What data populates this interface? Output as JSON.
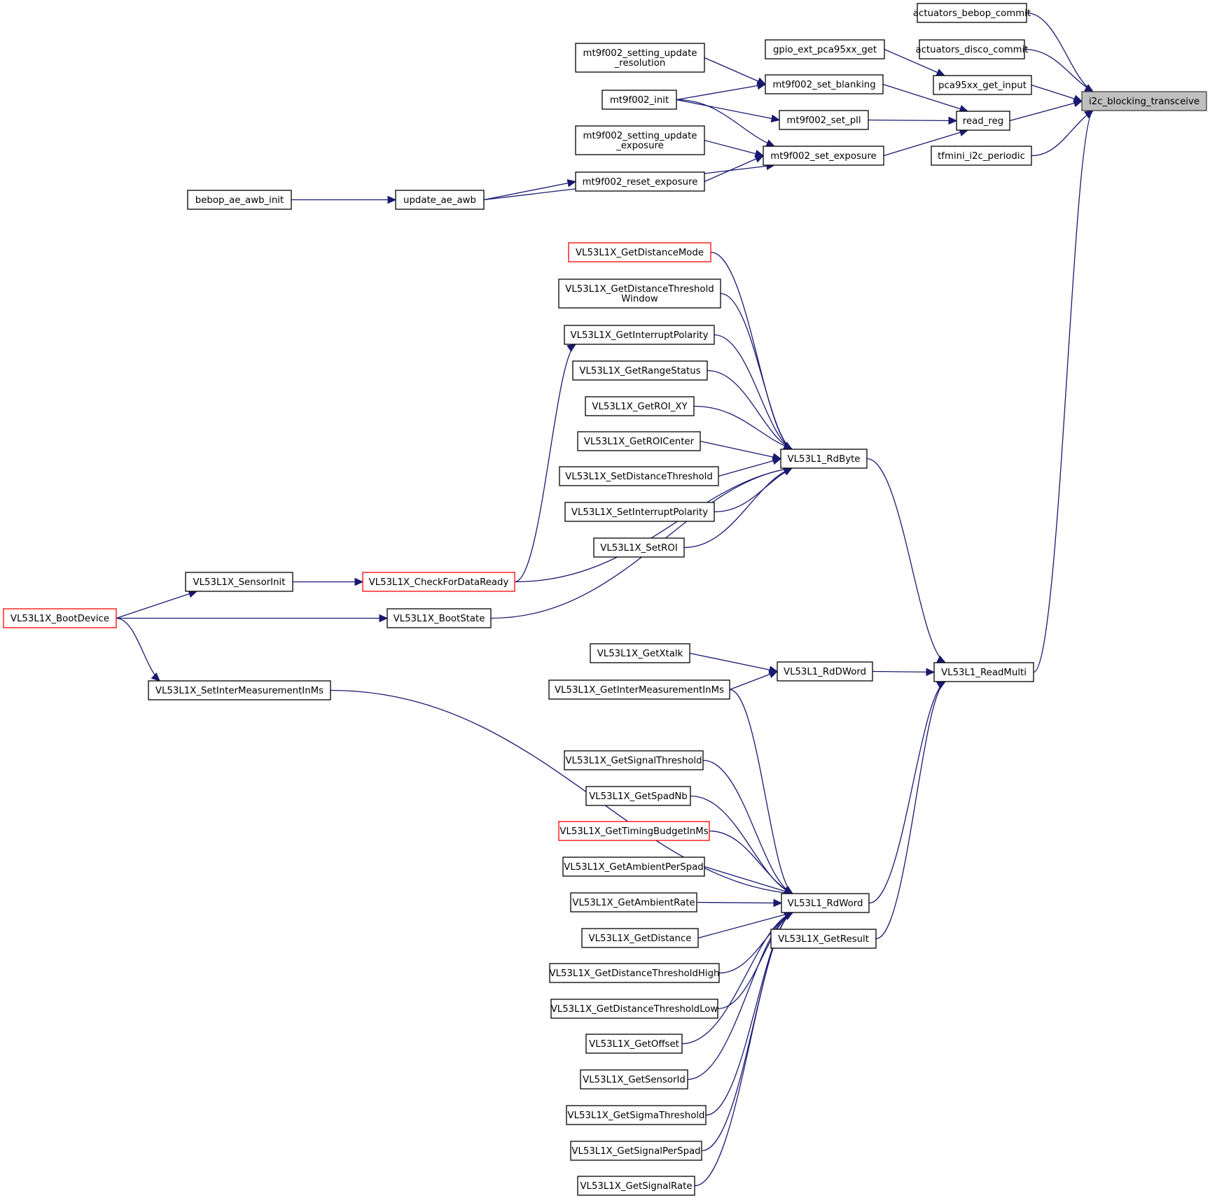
{
  "diagram": {
    "title": "i2c_blocking_transceive caller graph",
    "colors": {
      "edge": "#191970",
      "node_border": "#000000",
      "truncated_border": "#ff0000",
      "root_fill": "#bfbfbf"
    },
    "nodes": [
      {
        "id": "i2c",
        "label": [
          "i2c_blocking_transceive"
        ],
        "style": "root"
      },
      {
        "id": "bebop_commit",
        "label": [
          "actuators_bebop_commit"
        ]
      },
      {
        "id": "disco_commit",
        "label": [
          "actuators_disco_commit"
        ]
      },
      {
        "id": "pca_input",
        "label": [
          "pca95xx_get_input"
        ]
      },
      {
        "id": "read_reg",
        "label": [
          "read_reg"
        ]
      },
      {
        "id": "tfmini",
        "label": [
          "tfmini_i2c_periodic"
        ]
      },
      {
        "id": "gpio_ext",
        "label": [
          "gpio_ext_pca95xx_get"
        ]
      },
      {
        "id": "set_blanking",
        "label": [
          "mt9f002_set_blanking"
        ]
      },
      {
        "id": "set_pll",
        "label": [
          "mt9f002_set_pll"
        ]
      },
      {
        "id": "set_exposure",
        "label": [
          "mt9f002_set_exposure"
        ]
      },
      {
        "id": "upd_resolution",
        "label": [
          "mt9f002_setting_update",
          "_resolution"
        ]
      },
      {
        "id": "mt_init",
        "label": [
          "mt9f002_init"
        ]
      },
      {
        "id": "upd_exposure",
        "label": [
          "mt9f002_setting_update",
          "_exposure"
        ]
      },
      {
        "id": "reset_exposure",
        "label": [
          "mt9f002_reset_exposure"
        ]
      },
      {
        "id": "update_ae_awb",
        "label": [
          "update_ae_awb"
        ]
      },
      {
        "id": "bebop_ae_awb_init",
        "label": [
          "bebop_ae_awb_init"
        ]
      },
      {
        "id": "read_multi",
        "label": [
          "VL53L1_ReadMulti"
        ]
      },
      {
        "id": "rdbyte",
        "label": [
          "VL53L1_RdByte"
        ]
      },
      {
        "id": "rddword",
        "label": [
          "VL53L1_RdDWord"
        ]
      },
      {
        "id": "rdword",
        "label": [
          "VL53L1_RdWord"
        ]
      },
      {
        "id": "get_result",
        "label": [
          "VL53L1X_GetResult"
        ]
      },
      {
        "id": "get_distance_mode",
        "label": [
          "VL53L1X_GetDistanceMode"
        ],
        "style": "red"
      },
      {
        "id": "get_dist_thr_window",
        "label": [
          "VL53L1X_GetDistanceThreshold",
          "Window"
        ]
      },
      {
        "id": "get_int_polarity",
        "label": [
          "VL53L1X_GetInterruptPolarity"
        ]
      },
      {
        "id": "get_range_status",
        "label": [
          "VL53L1X_GetRangeStatus"
        ]
      },
      {
        "id": "get_roi_xy",
        "label": [
          "VL53L1X_GetROI_XY"
        ]
      },
      {
        "id": "get_roi_center",
        "label": [
          "VL53L1X_GetROICenter"
        ]
      },
      {
        "id": "set_dist_thr",
        "label": [
          "VL53L1X_SetDistanceThreshold"
        ]
      },
      {
        "id": "set_int_polarity",
        "label": [
          "VL53L1X_SetInterruptPolarity"
        ]
      },
      {
        "id": "set_roi",
        "label": [
          "VL53L1X_SetROI"
        ]
      },
      {
        "id": "check_data_ready",
        "label": [
          "VL53L1X_CheckForDataReady"
        ],
        "style": "red"
      },
      {
        "id": "sensor_init",
        "label": [
          "VL53L1X_SensorInit"
        ]
      },
      {
        "id": "boot_device",
        "label": [
          "VL53L1X_BootDevice"
        ],
        "style": "red"
      },
      {
        "id": "boot_state",
        "label": [
          "VL53L1X_BootState"
        ]
      },
      {
        "id": "set_inter_meas",
        "label": [
          "VL53L1X_SetInterMeasurementInMs"
        ]
      },
      {
        "id": "get_xtalk",
        "label": [
          "VL53L1X_GetXtalk"
        ]
      },
      {
        "id": "get_inter_meas",
        "label": [
          "VL53L1X_GetInterMeasurementInMs"
        ]
      },
      {
        "id": "get_signal_thr",
        "label": [
          "VL53L1X_GetSignalThreshold"
        ]
      },
      {
        "id": "get_spad_nb",
        "label": [
          "VL53L1X_GetSpadNb"
        ]
      },
      {
        "id": "get_timing_budget",
        "label": [
          "VL53L1X_GetTimingBudgetInMs"
        ],
        "style": "red"
      },
      {
        "id": "get_ambient_per_spad",
        "label": [
          "VL53L1X_GetAmbientPerSpad"
        ]
      },
      {
        "id": "get_ambient_rate",
        "label": [
          "VL53L1X_GetAmbientRate"
        ]
      },
      {
        "id": "get_distance",
        "label": [
          "VL53L1X_GetDistance"
        ]
      },
      {
        "id": "get_dist_thr_high",
        "label": [
          "VL53L1X_GetDistanceThresholdHigh"
        ]
      },
      {
        "id": "get_dist_thr_low",
        "label": [
          "VL53L1X_GetDistanceThresholdLow"
        ]
      },
      {
        "id": "get_offset",
        "label": [
          "VL53L1X_GetOffset"
        ]
      },
      {
        "id": "get_sensor_id",
        "label": [
          "VL53L1X_GetSensorId"
        ]
      },
      {
        "id": "get_sigma_thr",
        "label": [
          "VL53L1X_GetSigmaThreshold"
        ]
      },
      {
        "id": "get_signal_per_spad",
        "label": [
          "VL53L1X_GetSignalPerSpad"
        ]
      },
      {
        "id": "get_signal_rate",
        "label": [
          "VL53L1X_GetSignalRate"
        ]
      }
    ],
    "edges": [
      [
        "bebop_commit",
        "i2c"
      ],
      [
        "disco_commit",
        "i2c"
      ],
      [
        "pca_input",
        "i2c"
      ],
      [
        "read_reg",
        "i2c"
      ],
      [
        "tfmini",
        "i2c"
      ],
      [
        "read_multi",
        "i2c"
      ],
      [
        "gpio_ext",
        "pca_input"
      ],
      [
        "set_blanking",
        "read_reg"
      ],
      [
        "set_pll",
        "read_reg"
      ],
      [
        "set_exposure",
        "read_reg"
      ],
      [
        "upd_resolution",
        "set_blanking"
      ],
      [
        "mt_init",
        "set_blanking"
      ],
      [
        "mt_init",
        "set_pll"
      ],
      [
        "mt_init",
        "set_exposure"
      ],
      [
        "upd_exposure",
        "set_exposure"
      ],
      [
        "reset_exposure",
        "set_exposure"
      ],
      [
        "update_ae_awb",
        "set_exposure"
      ],
      [
        "update_ae_awb",
        "reset_exposure"
      ],
      [
        "bebop_ae_awb_init",
        "update_ae_awb"
      ],
      [
        "rdbyte",
        "read_multi"
      ],
      [
        "rddword",
        "read_multi"
      ],
      [
        "rdword",
        "read_multi"
      ],
      [
        "get_result",
        "read_multi"
      ],
      [
        "get_distance_mode",
        "rdbyte"
      ],
      [
        "get_dist_thr_window",
        "rdbyte"
      ],
      [
        "get_int_polarity",
        "rdbyte"
      ],
      [
        "get_range_status",
        "rdbyte"
      ],
      [
        "get_roi_xy",
        "rdbyte"
      ],
      [
        "get_roi_center",
        "rdbyte"
      ],
      [
        "set_dist_thr",
        "rdbyte"
      ],
      [
        "set_int_polarity",
        "rdbyte"
      ],
      [
        "set_roi",
        "rdbyte"
      ],
      [
        "check_data_ready",
        "rdbyte"
      ],
      [
        "boot_state",
        "rdbyte"
      ],
      [
        "check_data_ready",
        "get_int_polarity"
      ],
      [
        "sensor_init",
        "check_data_ready"
      ],
      [
        "boot_device",
        "sensor_init"
      ],
      [
        "boot_device",
        "boot_state"
      ],
      [
        "boot_device",
        "set_inter_meas"
      ],
      [
        "get_xtalk",
        "rddword"
      ],
      [
        "get_inter_meas",
        "rddword"
      ],
      [
        "set_inter_meas",
        "rdword"
      ],
      [
        "get_inter_meas",
        "rdword"
      ],
      [
        "get_signal_thr",
        "rdword"
      ],
      [
        "get_spad_nb",
        "rdword"
      ],
      [
        "get_timing_budget",
        "rdword"
      ],
      [
        "get_ambient_per_spad",
        "rdword"
      ],
      [
        "get_ambient_rate",
        "rdword"
      ],
      [
        "get_distance",
        "rdword"
      ],
      [
        "get_dist_thr_high",
        "rdword"
      ],
      [
        "get_dist_thr_low",
        "rdword"
      ],
      [
        "get_offset",
        "rdword"
      ],
      [
        "get_sensor_id",
        "rdword"
      ],
      [
        "get_sigma_thr",
        "rdword"
      ],
      [
        "get_signal_per_spad",
        "rdword"
      ],
      [
        "get_signal_rate",
        "rdword"
      ]
    ]
  }
}
